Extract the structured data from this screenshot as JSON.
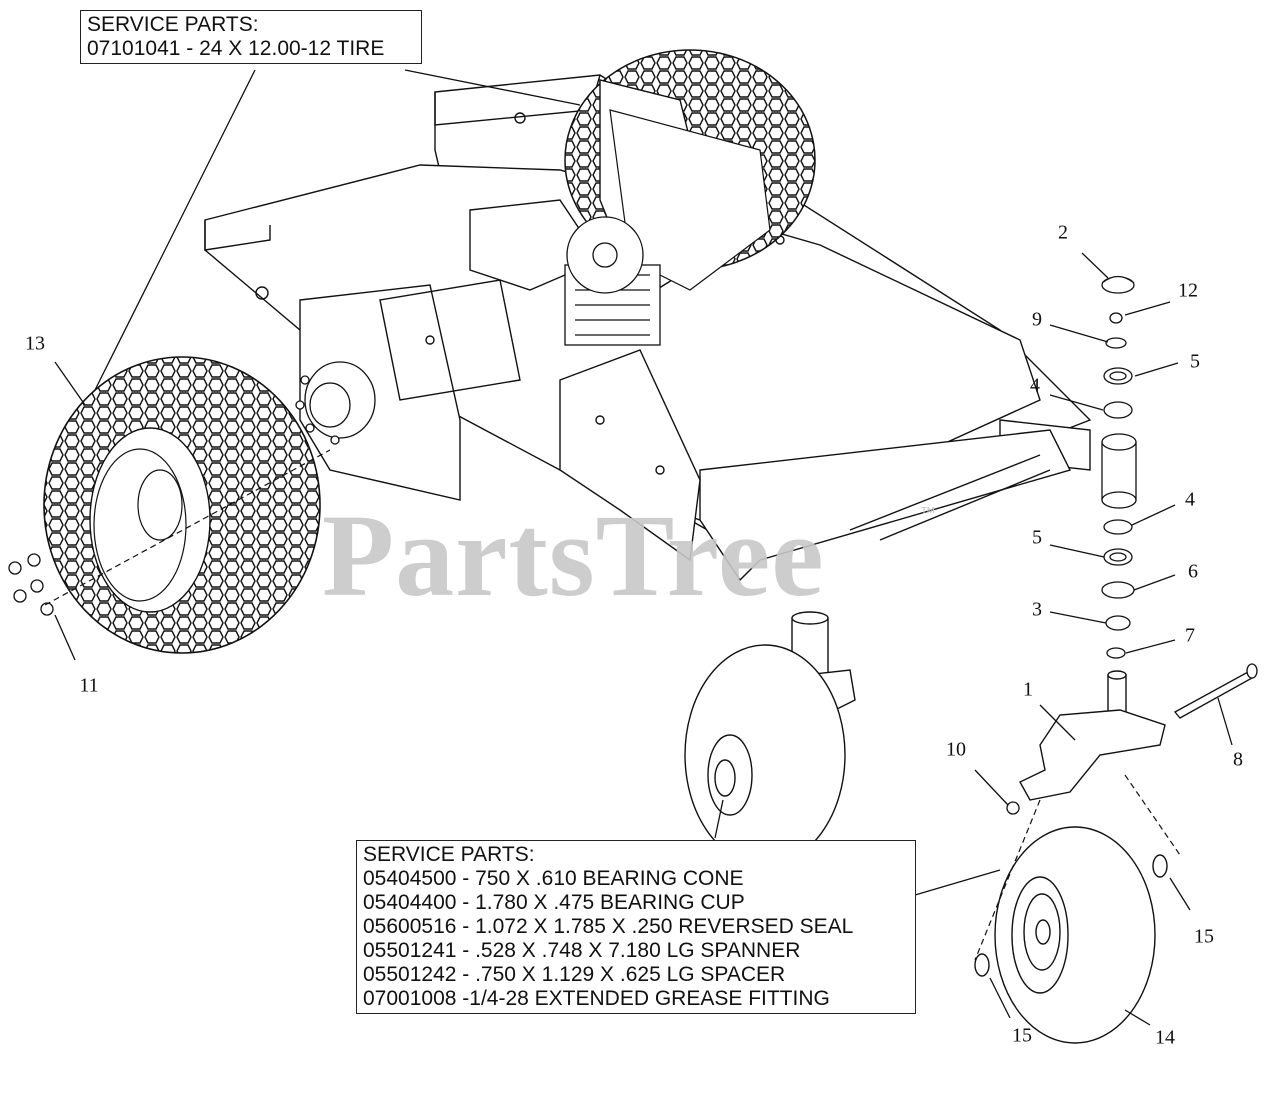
{
  "watermark": {
    "text": "PartsTree",
    "tm": "™"
  },
  "service_box_tire": {
    "heading": "SERVICE PARTS:",
    "lines": [
      "07101041 - 24 X 12.00-12 TIRE"
    ]
  },
  "service_box_caster": {
    "heading": "SERVICE PARTS:",
    "lines": [
      "05404500 - 750 X .610 BEARING CONE",
      "05404400 - 1.780 X .475 BEARING CUP",
      "05600516 - 1.072 X 1.785 X .250 REVERSED SEAL",
      "05501241 - .528 X .748 X 7.180 LG SPANNER",
      "05501242 - .750 X 1.129 X .625 LG SPACER",
      "07001008 -1/4-28 EXTENDED GREASE FITTING"
    ]
  },
  "ref_numbers": {
    "n2": "2",
    "n12": "12",
    "n9": "9",
    "n5a": "5",
    "n4a": "4",
    "n4b": "4",
    "n5b": "5",
    "n6": "6",
    "n3": "3",
    "n7": "7",
    "n1": "1",
    "n8": "8",
    "n10": "10",
    "n13": "13",
    "n11": "11",
    "n15a": "15",
    "n15b": "15",
    "n14": "14"
  },
  "colors": {
    "line": "#111111",
    "watermark": "#c8c8c8"
  }
}
